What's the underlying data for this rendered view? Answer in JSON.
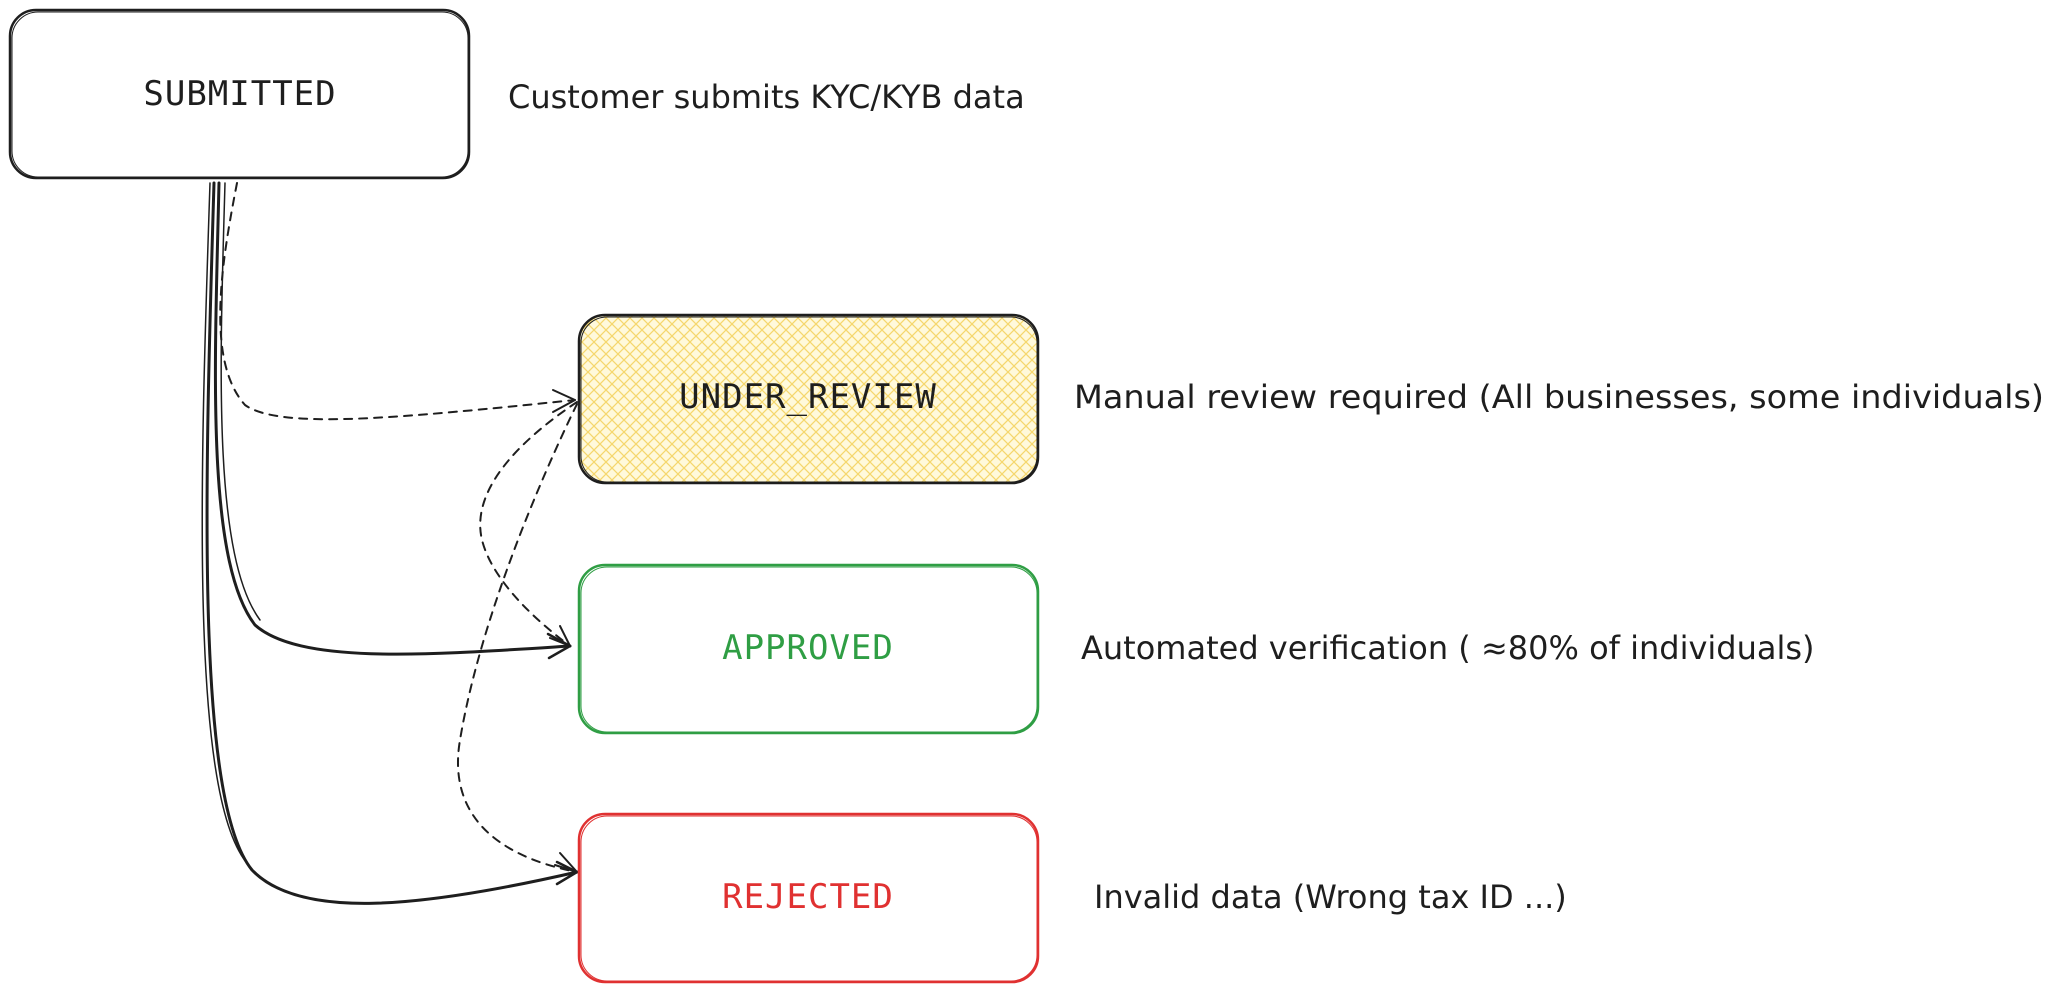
{
  "colors": {
    "ink": "#1e1e1e",
    "review_fill": "#fff3bf",
    "review_hatch": "#f5d76e",
    "approved": "#2f9e44",
    "rejected": "#e03131"
  },
  "nodes": {
    "submitted": {
      "label": "SUBMITTED"
    },
    "under_review": {
      "label": "UNDER_REVIEW"
    },
    "approved": {
      "label": "APPROVED"
    },
    "rejected": {
      "label": "REJECTED"
    }
  },
  "notes": {
    "submitted": "Customer submits KYC/KYB data",
    "under_review": "Manual review required (All businesses, some individuals)",
    "approved": "Automated verification ( ≈80% of individuals)",
    "rejected": "Invalid data (Wrong tax ID ...)"
  },
  "edges": [
    {
      "from": "submitted",
      "to": "under_review",
      "style": "dashed"
    },
    {
      "from": "submitted",
      "to": "approved",
      "style": "solid"
    },
    {
      "from": "submitted",
      "to": "rejected",
      "style": "solid"
    },
    {
      "from": "under_review",
      "to": "approved",
      "style": "dashed"
    },
    {
      "from": "under_review",
      "to": "rejected",
      "style": "dashed"
    }
  ]
}
